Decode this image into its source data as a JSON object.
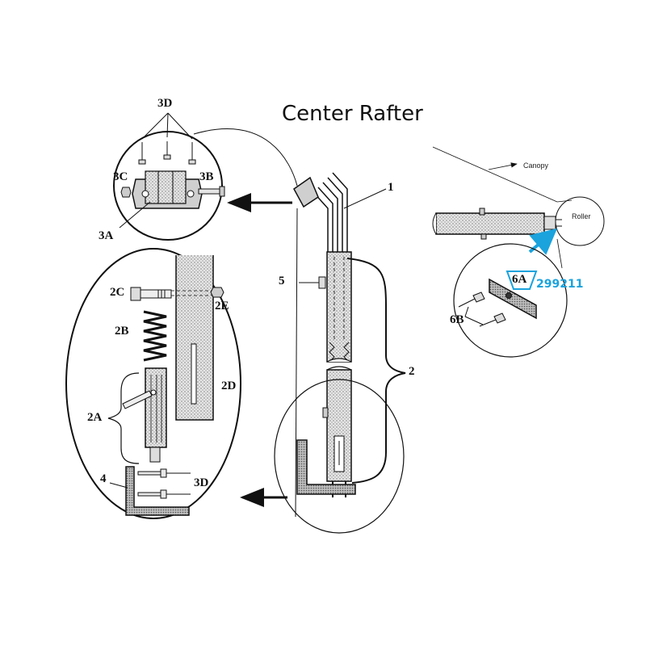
{
  "title": "Center Rafter",
  "colors": {
    "accent": "#1aa3dd",
    "ink": "#1a1a1a"
  },
  "callouts": {
    "c1": "1",
    "c2": "2",
    "c2A": "2A",
    "c2B": "2B",
    "c2C": "2C",
    "c2D": "2D",
    "c2E": "2E",
    "c3A": "3A",
    "c3B": "3B",
    "c3C": "3C",
    "c3D_top": "3D",
    "c3D_bottom": "3D",
    "c4": "4",
    "c5": "5",
    "c6A": "6A",
    "c6B": "6B"
  },
  "part_number": "299211",
  "labels": {
    "canopy": "Canopy",
    "roller": "Roller"
  }
}
